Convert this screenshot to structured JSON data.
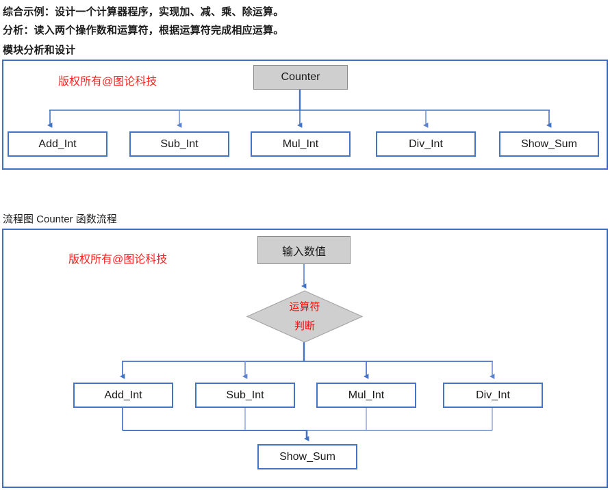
{
  "intro": {
    "line_1": "综合示例：设计一个计算器程序，实现加、减、乘、除运算。",
    "line_2": "分析：读入两个操作数和运算符，根据运算符完成相应运算。",
    "line_3": "模块分析和设计"
  },
  "captions": {
    "flowchart": "流程图 Counter 函数流程"
  },
  "watermark": {
    "module": "版权所有@图论科技",
    "flow": "版权所有@图论科技"
  },
  "colors": {
    "box_border": "#4472c4",
    "frame_border": "#3f6fc0",
    "terminal_fill": "#cfcfcf",
    "terminal_border": "#8c8c8c",
    "connector": "#4472c4",
    "connector_light": "#9db4dd",
    "watermark_red": "#ff2020",
    "decision_text_red": "#ff0000"
  },
  "module_diagram": {
    "root": {
      "label": "Counter",
      "shape": "rectangle-filled"
    },
    "children": [
      {
        "label": "Add_Int",
        "shape": "rectangle"
      },
      {
        "label": "Sub_Int",
        "shape": "rectangle"
      },
      {
        "label": "Mul_Int",
        "shape": "rectangle"
      },
      {
        "label": "Div_Int",
        "shape": "rectangle"
      },
      {
        "label": "Show_Sum",
        "shape": "rectangle"
      }
    ]
  },
  "flow_diagram": {
    "start": {
      "label": "输入数值",
      "shape": "rectangle-filled"
    },
    "decision": {
      "label_line_1": "运算符",
      "label_line_2": "判断",
      "shape": "diamond"
    },
    "branches": [
      {
        "label": "Add_Int",
        "shape": "rectangle"
      },
      {
        "label": "Sub_Int",
        "shape": "rectangle"
      },
      {
        "label": "Mul_Int",
        "shape": "rectangle"
      },
      {
        "label": "Div_Int",
        "shape": "rectangle"
      }
    ],
    "end": {
      "label": "Show_Sum",
      "shape": "rectangle"
    }
  }
}
